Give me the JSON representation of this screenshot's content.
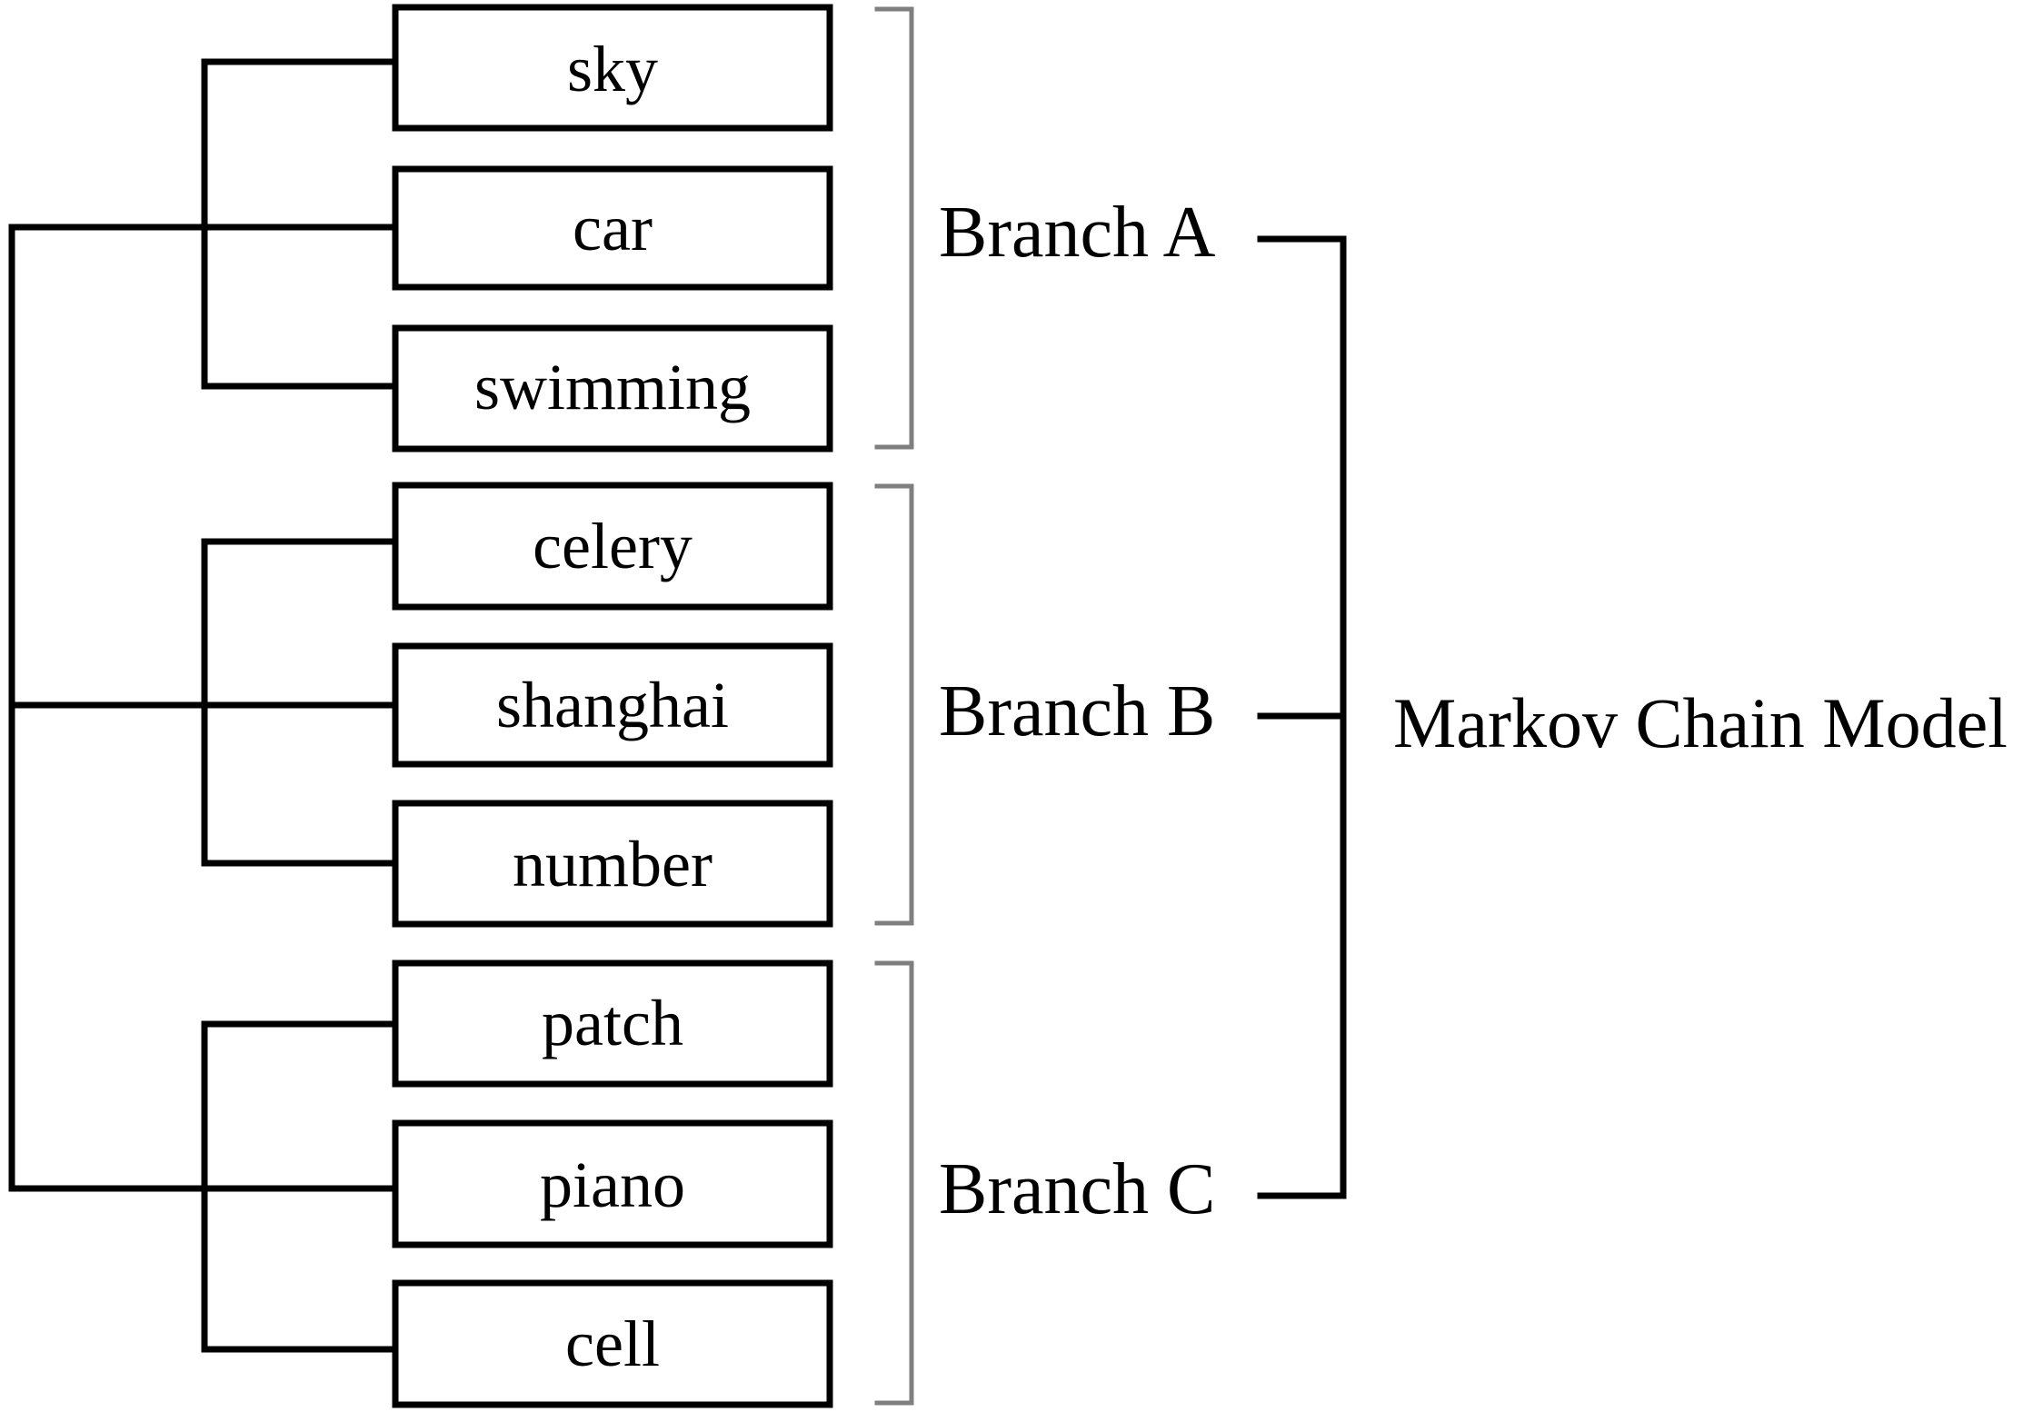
{
  "colors": {
    "background": "#ffffff",
    "box_stroke": "#000000",
    "connector": "#000000",
    "branch_bracket": "#7f7f7f",
    "model_bracket": "#000000"
  },
  "model": {
    "label": "Markov Chain Model"
  },
  "branches": [
    {
      "label": "Branch A",
      "words": [
        "sky",
        "car",
        "swimming"
      ]
    },
    {
      "label": "Branch B",
      "words": [
        "celery",
        "shanghai",
        "number"
      ]
    },
    {
      "label": "Branch C",
      "words": [
        "patch",
        "piano",
        "cell"
      ]
    }
  ]
}
